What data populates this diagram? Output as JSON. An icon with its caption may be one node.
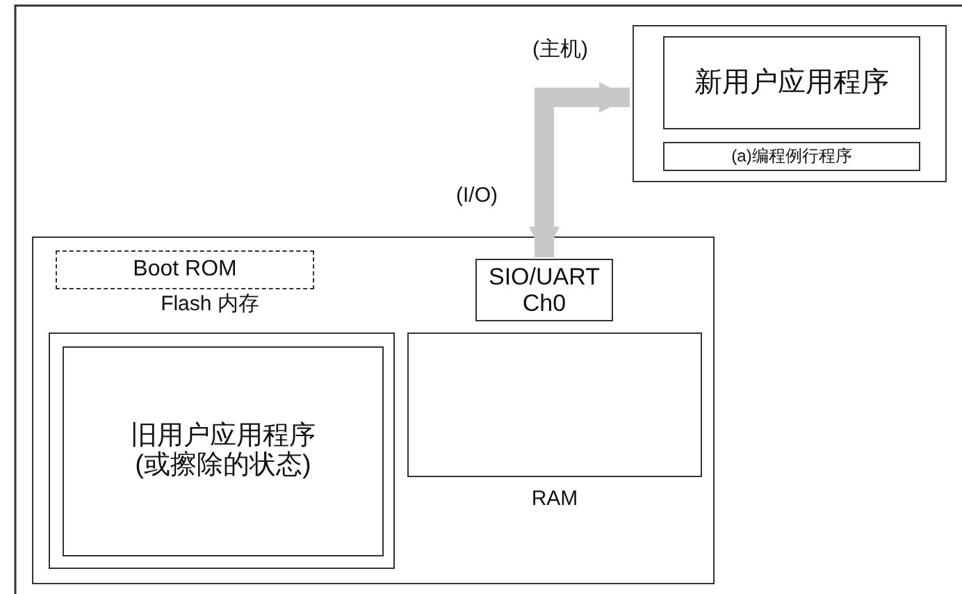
{
  "diagram": {
    "nodes": [
      {
        "text": [],
        "shape": "box"
      },
      {
        "text": [
          "新用户应用程序"
        ],
        "in": 0
      },
      {
        "text": [
          "(a)编程例行程序"
        ],
        "in": 0
      },
      {
        "text": [],
        "shape": "box"
      },
      {
        "text": [
          "Boot ROM"
        ],
        "in": 3
      },
      {
        "text": [
          "Flash 内存"
        ],
        "in": 3
      },
      {
        "text": [
          "旧用户应用程序 (或擦除的状态)"
        ],
        "in": 5
      },
      {
        "text": [
          "SIO/UART Ch0"
        ],
        "in": 3
      },
      {
        "text": [
          "RAM"
        ],
        "in": 3
      }
    ],
    "edges": [
      {
        "from": 7,
        "to": 0,
        "arrow": "both"
      }
    ],
    "labels": [
      "(主机)",
      "(I/O)"
    ]
  }
}
